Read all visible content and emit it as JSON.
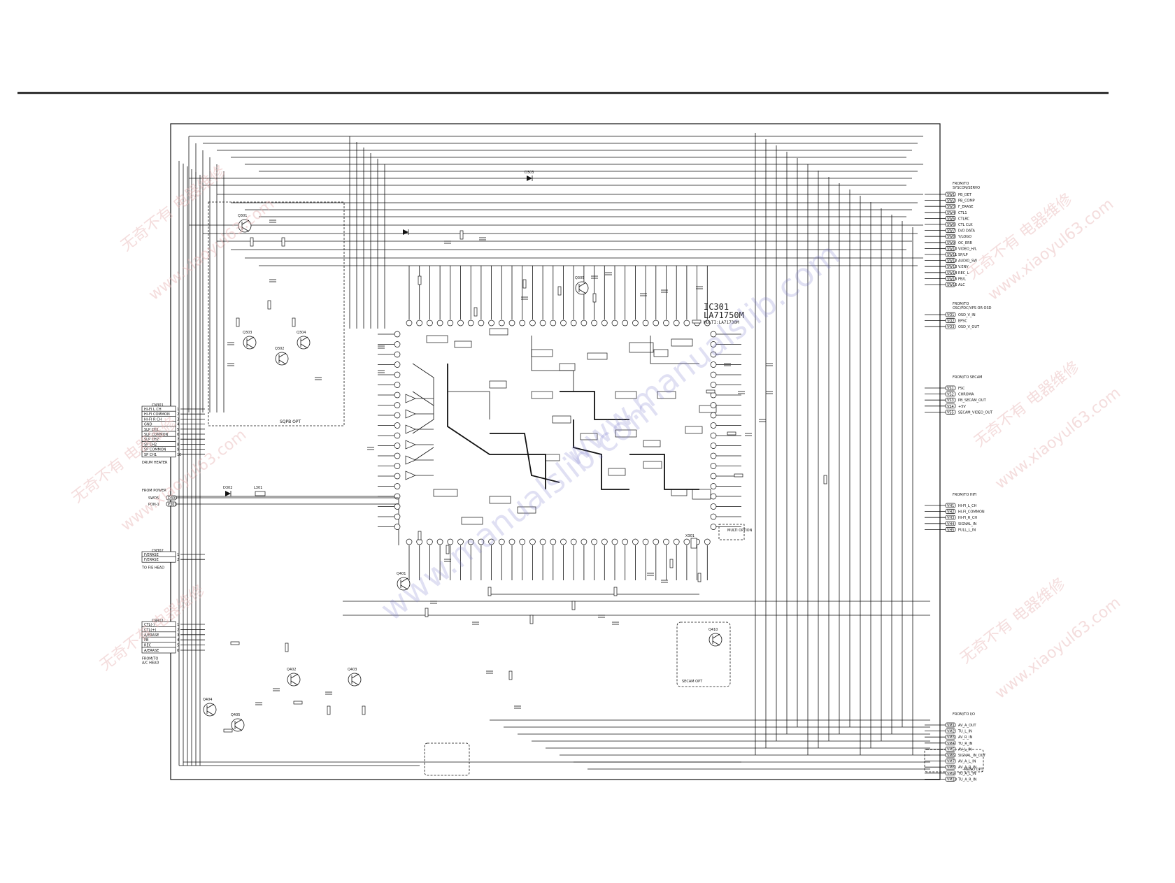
{
  "ic": {
    "ref": "IC301",
    "part": "LA71750M",
    "alt": "MULTI:LA71730M"
  },
  "connectors": {
    "sync_servo": {
      "heading": "FROM/TO\nSYSCON/SERVO",
      "pins": [
        "PB_DET",
        "PB_COMP",
        "F_ERASE",
        "CTL1",
        "CTLRC",
        "CTL CLK",
        "D/O DATA",
        "Y/LOGO",
        "OC_ERR",
        "VIDEO_H/L",
        "SP/LP",
        "AUDIO_SW",
        "V.ENV",
        "REC_L",
        "PB/L",
        "ALC"
      ],
      "labels": [
        "SW1",
        "SW2",
        "SW3",
        "SW4",
        "SW5",
        "SW6",
        "SW7",
        "SW8",
        "SW9",
        "SW10",
        "SW11",
        "SW12",
        "SW13",
        "SW14",
        "SW15",
        "SW16"
      ]
    },
    "osd": {
      "heading": "FROM/TO\nOSC/PDC/VPS OR OSD",
      "pins": [
        "OSD_V_IN",
        "EPSC",
        "OSD_V_OUT"
      ],
      "labels": [
        "VO1",
        "VO2",
        "VO3"
      ]
    },
    "secam": {
      "heading": "FROM/TO SECAM",
      "pins": [
        "FSC",
        "CHROMA",
        "PB_SECAM_OUT",
        "+5V",
        "SECAM_VIDEO_OUT"
      ],
      "labels": [
        "VS1",
        "VS2",
        "VS3",
        "VS4",
        "VS5"
      ]
    },
    "hifi": {
      "heading": "FROM/TO HIFI",
      "pins": [
        "HI-FI_L_CH",
        "HI-FI_COMMON",
        "HI-FI_R_CH",
        "SIGNAL_IN",
        "FULL_L_IN"
      ],
      "labels": [
        "VH1",
        "VH2",
        "VH3",
        "VH4",
        "VH5"
      ]
    },
    "io": {
      "heading": "FROM/TO I/O",
      "pins": [
        "AV_A_OUT",
        "TU_L_IN",
        "AV_R_IN",
        "TU_R_IN",
        "AV_L_IN",
        "SIGNAL_IN_OUT",
        "AV_A_L_IN",
        "AV_A_R_IN",
        "TU_A_L_IN",
        "TU_A_R_IN"
      ],
      "labels": [
        "VM1",
        "VM2",
        "VM3",
        "VM4",
        "VM5",
        "VM6",
        "VM7",
        "VM8",
        "VM9",
        "VM10"
      ],
      "note": "MONO OPT"
    },
    "drum": {
      "ref": "CN301",
      "pins": [
        "HI-FI L CH",
        "HI-FI COMMON",
        "HI-FI R CH",
        "GND",
        "SLP CH1",
        "SLP COMMON",
        "SLP CH2",
        "SP CH2",
        "SP COMMON",
        "SP CH1"
      ],
      "caption": "DRUM HEATER"
    },
    "power": {
      "heading": "FROM POWER",
      "pins": [
        "SWD5",
        "PON-1"
      ],
      "labels": [
        "D301",
        "P301"
      ]
    },
    "fe_head": {
      "ref": "CN302",
      "pins": [
        "F/ERASE",
        "F/ERASE"
      ],
      "caption": "TO F/E HEAD"
    },
    "acm_head": {
      "ref": "CN401",
      "pins": [
        "CTL(-)",
        "CTL(+)",
        "A/ERASE",
        "PB",
        "REC",
        "A/ERASE"
      ],
      "caption": "FROM/TO\nA/C HEAD"
    }
  },
  "boxes": {
    "sqpb": "SQPB OPT",
    "secam": "SECAM OPT",
    "multi": "MULTI\nOPTION",
    "mono": "MONO OPT"
  },
  "parts": {
    "d303": "D303",
    "q301": "Q301",
    "q302": "Q302",
    "q303": "Q303",
    "q304": "Q304",
    "q401": "Q401",
    "q402": "Q402",
    "q403": "Q403",
    "q404": "Q404",
    "l301": "L301",
    "x301": "X301",
    "d302": "D302"
  },
  "watermark": {
    "big": "www.manualslib.com",
    "brand_cn": "无奇不有 电器维修",
    "brand_en": "www.xiaoyul63.com"
  }
}
